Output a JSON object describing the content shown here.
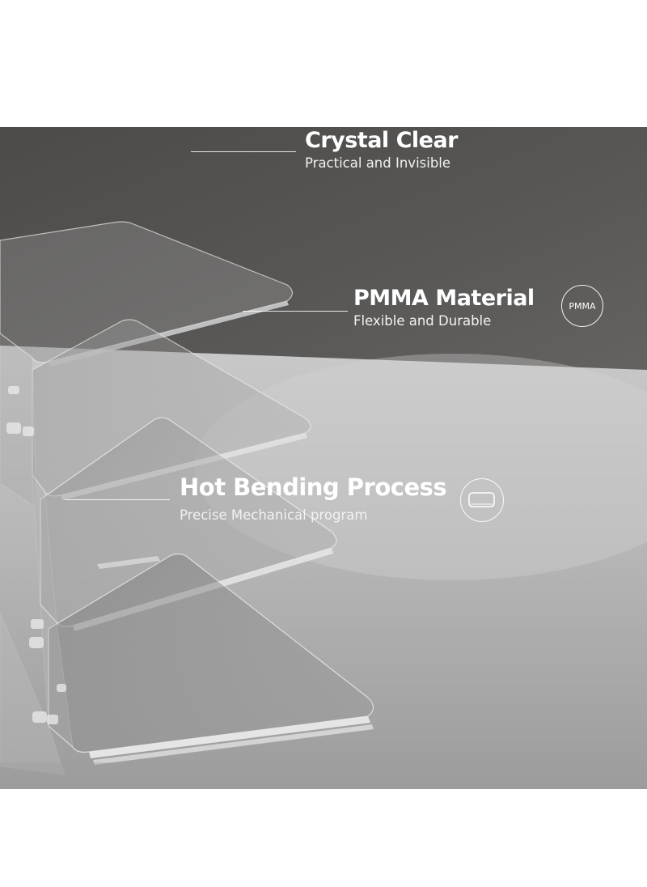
{
  "features": [
    {
      "title": "Crystal Clear",
      "subtitle": "Practical and Invisible"
    },
    {
      "title": "PMMA Material",
      "subtitle": "Flexible and Durable",
      "badge": "PMMA"
    },
    {
      "title": "Hot Bending Process",
      "subtitle": "Precise Mechanical program",
      "icon": "bent-sheet-icon"
    }
  ],
  "colors": {
    "wall": "#585654",
    "floor": "#b8b8b8",
    "text": "#ffffff"
  }
}
